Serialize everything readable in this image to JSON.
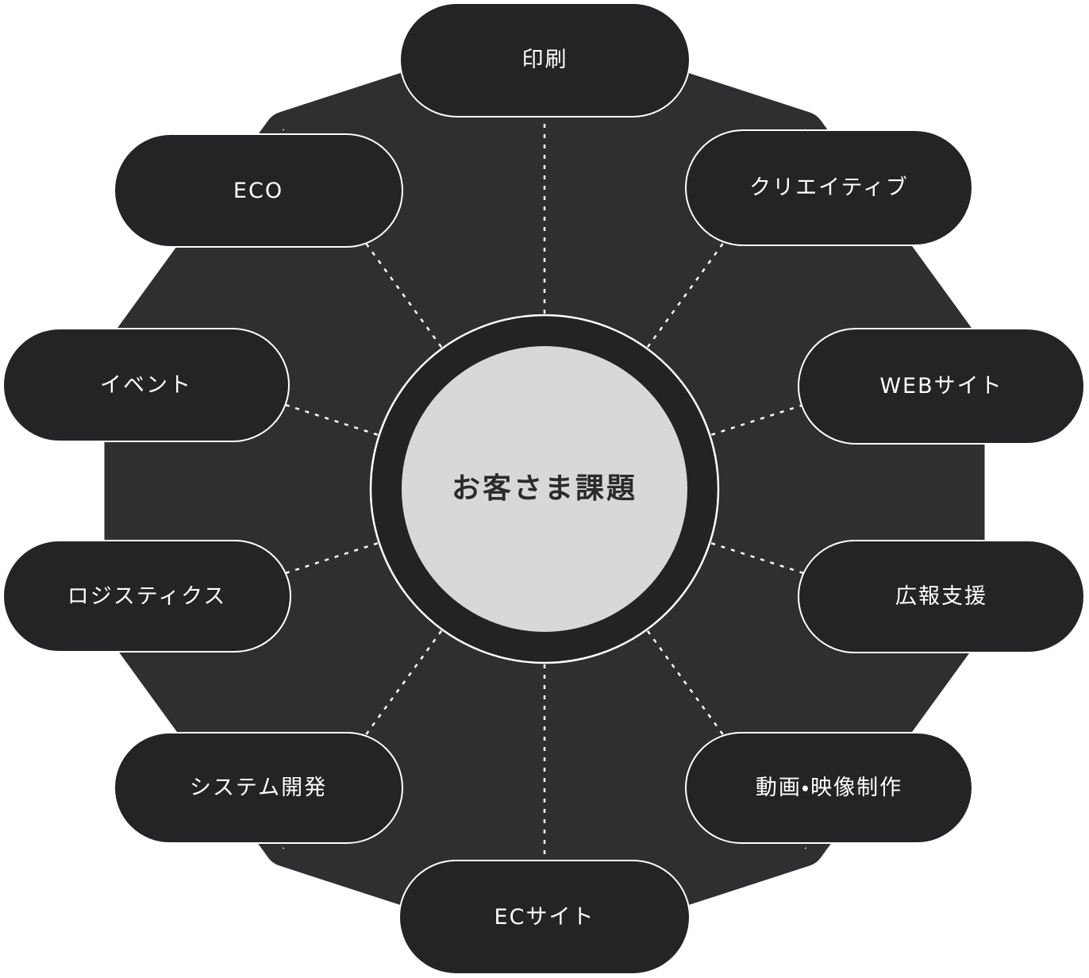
{
  "diagram": {
    "center": {
      "label": "お客さま課題"
    },
    "nodes": [
      {
        "id": "print",
        "label": "印刷"
      },
      {
        "id": "creative",
        "label": "クリエイティブ"
      },
      {
        "id": "web-site",
        "label": "WEBサイト"
      },
      {
        "id": "pr-support",
        "label": "広報支援"
      },
      {
        "id": "video-production",
        "label": "動画・映像制作"
      },
      {
        "id": "ec-site",
        "label": "ECサイト"
      },
      {
        "id": "system-development",
        "label": "システム開発"
      },
      {
        "id": "logistics",
        "label": "ロジスティクス"
      },
      {
        "id": "event",
        "label": "イベント"
      },
      {
        "id": "eco",
        "label": "ECO"
      }
    ],
    "colors": {
      "pill_fill": "#242427",
      "decagon_fill": "#2f2f31",
      "ring_fill": "#232326",
      "center_fill": "#d8d8d8",
      "stroke": "#ffffff",
      "pill_text": "#ffffff",
      "center_text": "#2b2b2b"
    }
  }
}
